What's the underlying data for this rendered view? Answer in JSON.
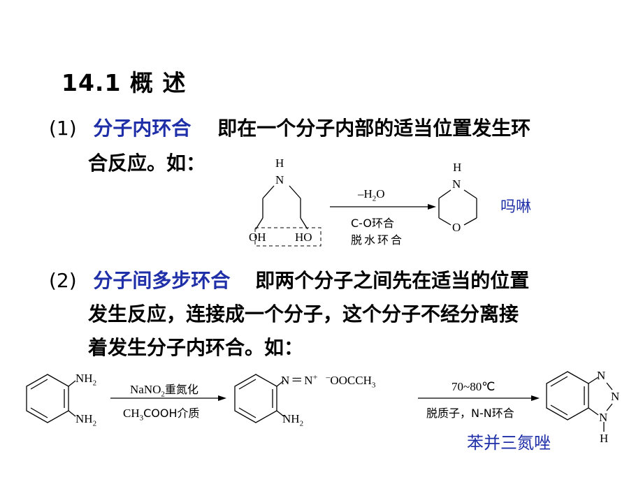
{
  "title": "14.1 概 述",
  "section1": {
    "num": "(1)",
    "term": "分子内环合",
    "text1": "即在一个分子内部的适当位置发生环",
    "text2": "合反应。如："
  },
  "reaction1": {
    "h_top": "H",
    "n_left": "N",
    "oh": "OH",
    "ho": "HO",
    "cond_top": "–H",
    "cond_top_sub": "2",
    "cond_top_end": "O",
    "cond_mid": "C-O环合",
    "cond_bot": "脱水环合",
    "h_prod": "H",
    "n_prod": "N",
    "o_prod": "O",
    "product_name": "吗啉"
  },
  "section2": {
    "num": "(2)",
    "term": "分子间多步环合",
    "text1": "即两个分子之间先在适当的位置",
    "text2": "发生反应，连接成一个分子，这个分子不经分离接",
    "text3": "着发生分子内环合。如："
  },
  "reaction2": {
    "nh2_a": "NH",
    "nh2_a_sub": "2",
    "nh2_b": "NH",
    "nh2_b_sub": "2",
    "step1_top_a": "NaNO",
    "step1_top_sub": "2",
    "step1_top_b": "重氮化",
    "step1_bot_a": "CH",
    "step1_bot_sub": "3",
    "step1_bot_b": "COOH介质",
    "diazo_n": "N",
    "diazo_eq": "＝",
    "diazo_n2": "N",
    "diazo_plus": "+",
    "diazo_minus": "–",
    "diazo_ion": "OOCCH",
    "diazo_ion_sub": "3",
    "nh2_c": "NH",
    "nh2_c_sub": "2",
    "step2_top": "70~80℃",
    "step2_bot": "脱质子，N-N环合",
    "bt_n1": "N",
    "bt_n2": "N",
    "bt_n3": "N",
    "bt_h": "H",
    "product_name": "苯并三氮唑"
  },
  "colors": {
    "accent": "#1f2fa8",
    "text": "#000000"
  }
}
